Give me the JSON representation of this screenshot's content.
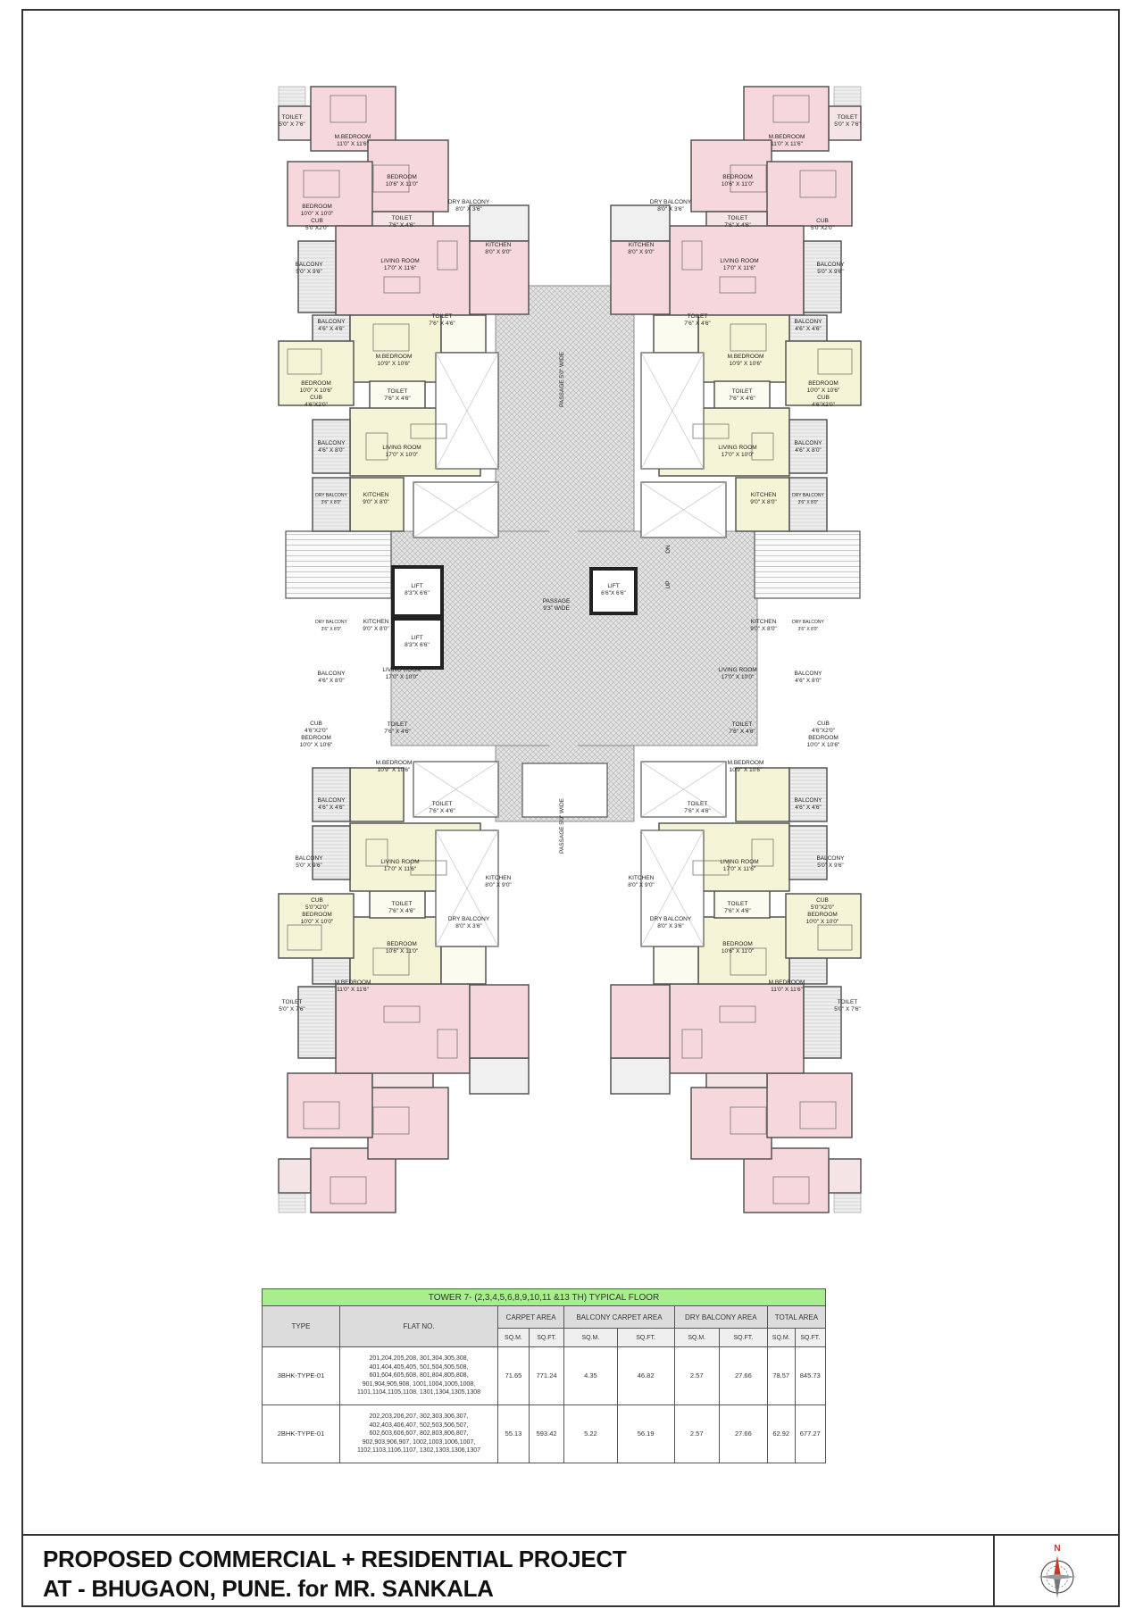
{
  "rooms": {
    "toilet": "TOILET",
    "toilet_5x76": "5'0\" X 7'6\"",
    "toilet_76x46": "7'6\" X 4'6\"",
    "mbedroom": "M.BEDROOM",
    "mbed_11x116": "11'0\" X 11'6\"",
    "mbed_109x106": "10'9\" X 10'6\"",
    "bedroom": "BEDROOM",
    "bed_106x11": "10'6\" X 11'0\"",
    "bed_10x10": "10'0\" X 10'0\"",
    "bed_10x106": "10'0\" X 10'6\"",
    "cub": "CUB",
    "cub_5x2": "5'0\"X2'0\"",
    "cub_46x2": "4'6\"X2'0\"",
    "dry_balcony": "DRY BALCONY",
    "dry_balcony_small": "DRY BALCONY",
    "dry_8x36": "8'0\" X 3'6\"",
    "dry_36x8": "3'6\" X 8'0\"",
    "kitchen": "KITCHEN",
    "kit_8x9": "8'0\" X 9'0\"",
    "kit_9x8": "9'0\" X 8'0\"",
    "living": "LIVING ROOM",
    "liv_17x116": "17'0\" X 11'6\"",
    "liv_17x10": "17'0\" X 10'0\"",
    "balcony": "BALCONY",
    "bal_5x96": "5'0\" X 9'6\"",
    "bal_46x46": "4'6\" X 4'6\"",
    "bal_46x8": "4'6\" X 8'0\"",
    "lift": "LIFT",
    "lift_83x66": "8'3\"X 6'6\"",
    "lift_66x66": "6'6\"X 6'6\"",
    "passage": "PASSAGE",
    "passage_wide": "9'3\" WIDE",
    "passage_vertical": "PASSAGE 5'0\" WIDE",
    "up": "UP",
    "dn": "DN"
  },
  "table": {
    "title": "TOWER 7- (2,3,4,5,6,8,9,10,11 &13 TH) TYPICAL FLOOR",
    "headers": {
      "type": "TYPE",
      "flat_no": "FLAT NO.",
      "carpet": "CARPET AREA",
      "balcony": "BALCONY CARPET AREA",
      "dry": "DRY BALCONY AREA",
      "total": "TOTAL AREA"
    },
    "units": [
      "SQ.M.",
      "SQ.FT.",
      "SQ.M.",
      "SQ.FT.",
      "SQ.M.",
      "SQ.FT.",
      "SQ.M.",
      "SQ.FT."
    ],
    "rows": [
      {
        "type": "3BHK-TYPE-01",
        "flats": [
          "201,204,205,208, 301,304,305,308,",
          "401,404,405,405, 501,504,505,508,",
          "601,604,605,608, 801,804,805,808,",
          "901,904,905,908, 1001,1004,1005,1008,",
          "1101,1104,1105,1108, 1301,1304,1305,1308"
        ],
        "carpet_sqm": "71.65",
        "carpet_sqft": "771.24",
        "balcony_sqm": "4.35",
        "balcony_sqft": "46.82",
        "dry_sqm": "2.57",
        "dry_sqft": "27.66",
        "total_sqm": "78.57",
        "total_sqft": "845.73"
      },
      {
        "type": "2BHK-TYPE-01",
        "flats": [
          "202,203,206,207, 302,303,306,307,",
          "402,403,406,407, 502,503,506,507,",
          "602,603,606,607, 802,803,806,807,",
          "902,903,906,907, 1002,1003,1006,1007,",
          "1102,1103,1106,1107, 1302,1303,1306,1307"
        ],
        "carpet_sqm": "55.13",
        "carpet_sqft": "593.42",
        "balcony_sqm": "5.22",
        "balcony_sqft": "56.19",
        "dry_sqm": "2.57",
        "dry_sqft": "27.66",
        "total_sqm": "62.92",
        "total_sqft": "677.27"
      }
    ]
  },
  "title_block": {
    "line1": "PROPOSED COMMERCIAL + RESIDENTIAL PROJECT",
    "line2": "AT - BHUGAON, PUNE. for MR. SANKALA",
    "compass_letter": "N"
  }
}
